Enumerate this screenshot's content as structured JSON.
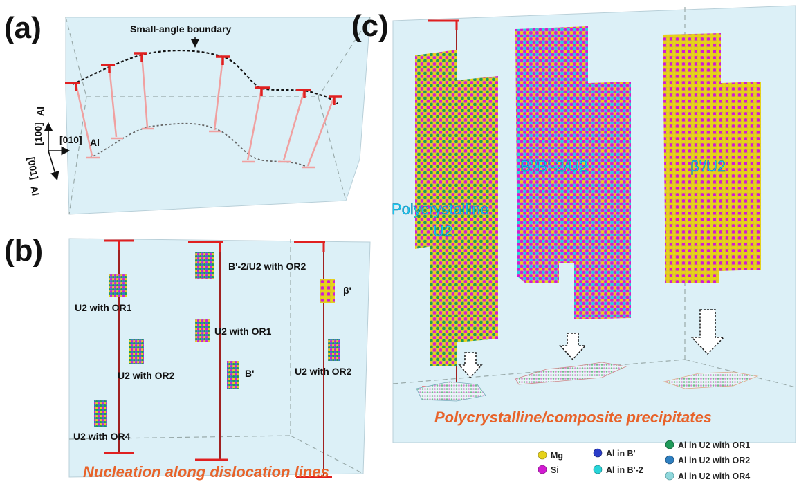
{
  "panel_a": {
    "letter": "(a)",
    "boundary_label": "Small-angle boundary",
    "axis_100": "[100]",
    "axis_010": "[010]",
    "axis_001": "[001]",
    "axis_sub": "Al"
  },
  "panel_b": {
    "letter": "(b)",
    "labels": [
      "U2 with OR1",
      "U2 with OR2",
      "U2 with OR4",
      "B'-2/U2 with OR2",
      "U2 with OR1",
      "B'",
      "β'",
      "U2 with OR2"
    ],
    "caption": "Nucleation along dislocation lines"
  },
  "panel_c": {
    "letter": "(c)",
    "label_poly_1": "Polycrystalline",
    "label_poly_2": "U2",
    "label_composite": "B'/B'-2/U2",
    "label_beta": "β'/U2",
    "caption": "Polycrystalline/composite precipitates"
  },
  "legend": [
    {
      "label": "Mg",
      "color": "#e6d21a"
    },
    {
      "label": "Si",
      "color": "#d21ad2"
    },
    {
      "label": "Al in B'",
      "color": "#2a3cc8"
    },
    {
      "label": "Al in B'-2",
      "color": "#28d4d8"
    },
    {
      "label": "Al in U2 with OR1",
      "color": "#1f9a5a"
    },
    {
      "label": "Al in U2 with OR2",
      "color": "#2e7fc0"
    },
    {
      "label": "Al in U2 with OR4",
      "color": "#8fd8dc"
    }
  ]
}
